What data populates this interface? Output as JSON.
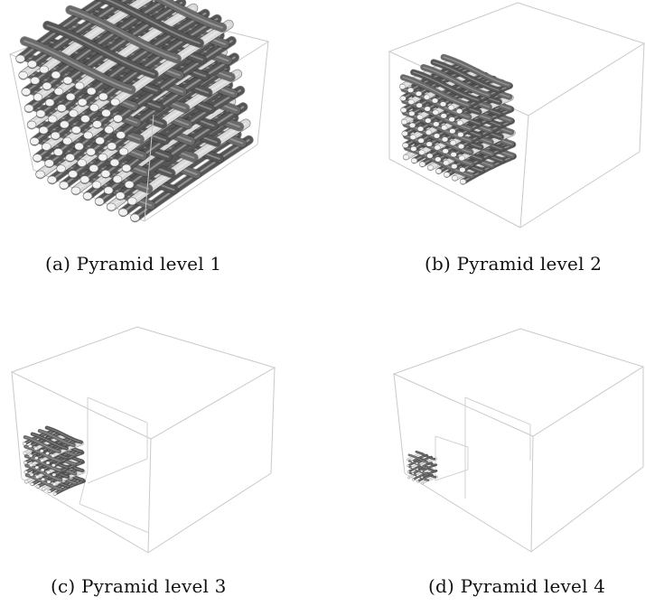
{
  "figure": {
    "panels": [
      {
        "caption": "(a) Pyramid level 1"
      },
      {
        "caption": "(b) Pyramid level 2"
      },
      {
        "caption": "(c) Pyramid level 3"
      },
      {
        "caption": "(d) Pyramid level 4"
      }
    ]
  },
  "colors": {
    "fiber_dark": "#555555",
    "fiber_light": "#d9d9d9",
    "box_edge": "#c9c9c9"
  }
}
